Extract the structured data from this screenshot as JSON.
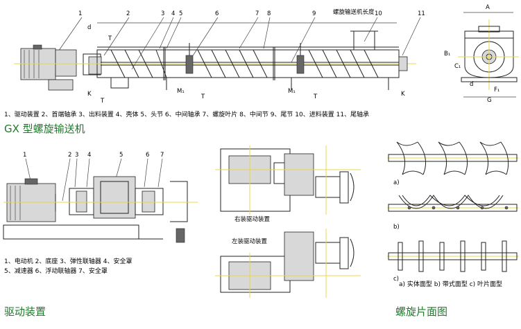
{
  "main_drawing": {
    "callouts": [
      "1",
      "2",
      "3",
      "4",
      "5",
      "6",
      "7",
      "8",
      "9",
      "10",
      "11"
    ],
    "length_label": "螺旋输送机长度",
    "dims": {
      "d": "d",
      "T": "T",
      "K": "K",
      "M1": "M₁"
    },
    "legend": "1、驱动装置  2、首端轴承  3、出料装置  4、壳体  5、头节  6、中间轴承  7、螺旋叶片  8、中间节  9、尾节  10、进料装置  11、尾轴承",
    "title": "GX 型螺旋输送机"
  },
  "side_view": {
    "dims": {
      "A": "A",
      "B1": "B₁",
      "C1": "C₁",
      "d": "d",
      "F1": "F₁",
      "G": "G"
    }
  },
  "drive": {
    "callouts": [
      "1",
      "2",
      "3",
      "4",
      "5",
      "6",
      "7"
    ],
    "legend_line1": "1、电动机 2、底座  3、弹性联轴器 4、安全罩",
    "legend_line2": "5、减速器  6、浮动联轴器  7、安全罩",
    "title": "驱动装置"
  },
  "plan_views": {
    "right_label": "右装驱动装置",
    "left_label": "左装驱动装置"
  },
  "blades": {
    "labels": [
      "a)",
      "b)",
      "c)"
    ],
    "legend": "a) 实体面型  b) 带式面型  c) 叶片面型",
    "title": "螺旋片面图"
  },
  "colors": {
    "title_green": "#1f7a2a",
    "centerline": "#e8d84a"
  }
}
